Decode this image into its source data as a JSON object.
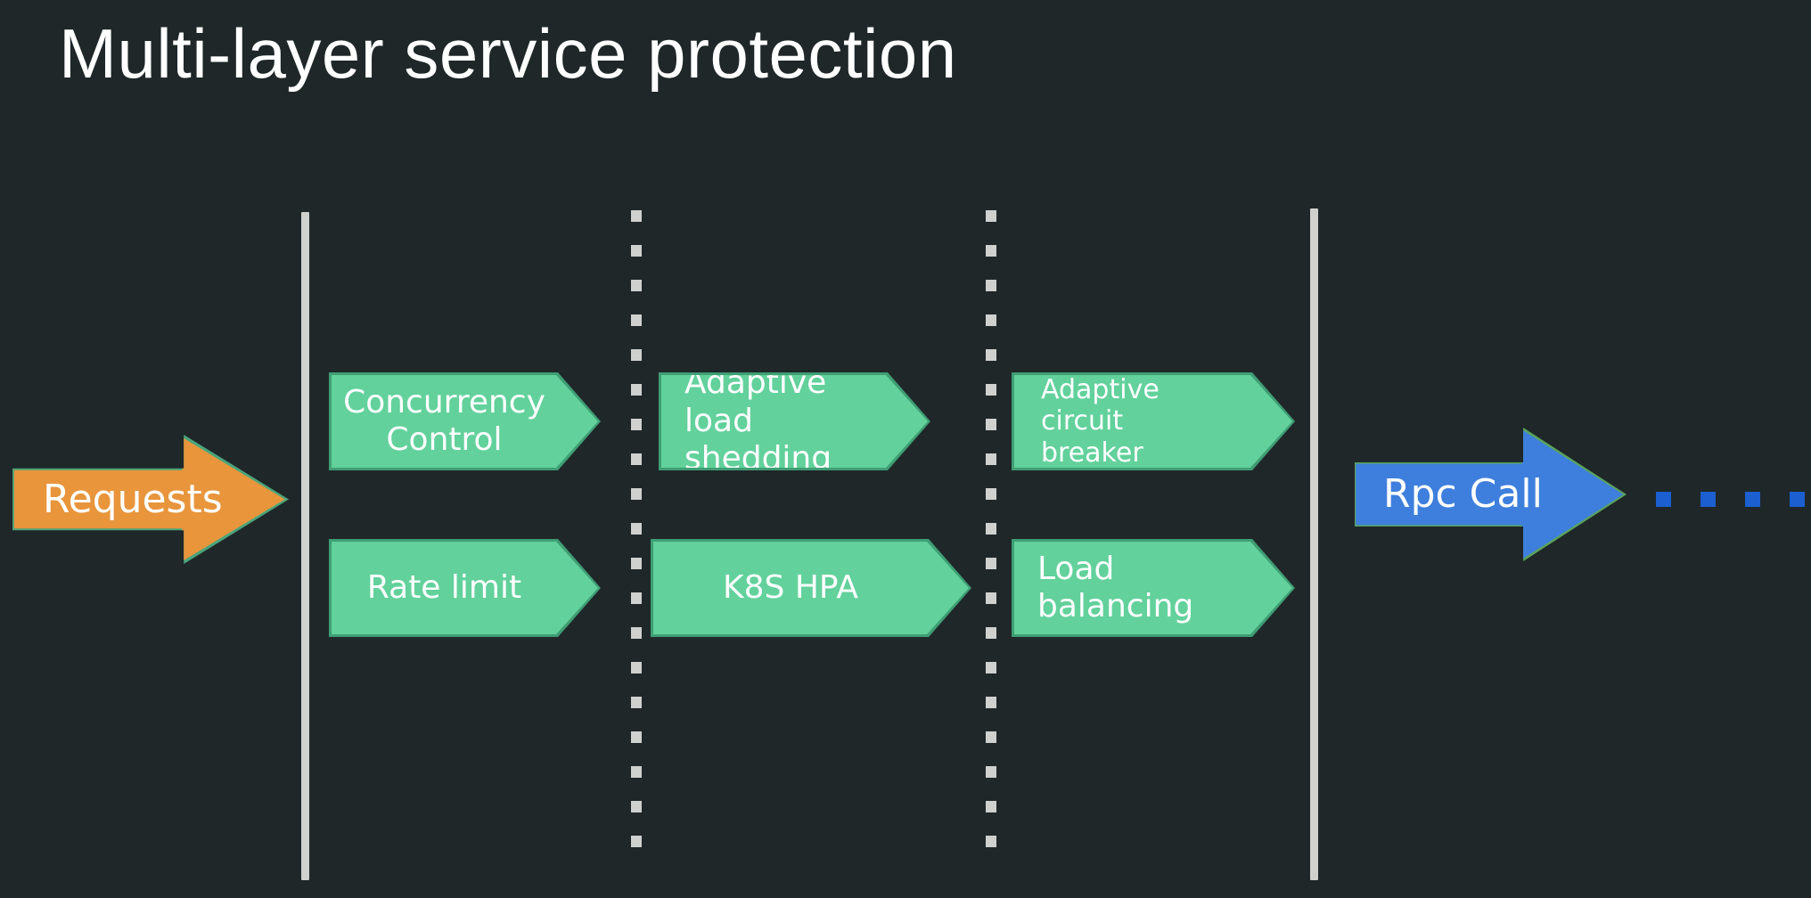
{
  "slide": {
    "title": "Multi-layer service protection",
    "background_color": "#1f2729"
  },
  "colors": {
    "background": "#1f2729",
    "title_text": "#ffffff",
    "stage_fill": "#62d19b",
    "stage_border": "#3f9e74",
    "request_fill": "#e8953c",
    "request_border": "#4aa57c",
    "rpc_fill": "#3e7fdd",
    "rpc_border": "#5aa35c",
    "rule": "#cfd1cf",
    "trail_dot": "#1b5fd0"
  },
  "entry": {
    "label": "Requests",
    "shape": "right-arrow",
    "fill": "#e8953c"
  },
  "boundaries": [
    {
      "name": "edge-ingress",
      "style": "solid"
    },
    {
      "name": "tier-divider-1",
      "style": "dotted"
    },
    {
      "name": "tier-divider-2",
      "style": "dotted"
    },
    {
      "name": "edge-egress",
      "style": "solid"
    }
  ],
  "stages": {
    "columns": [
      {
        "name": "column-1",
        "items": [
          {
            "label": "Concurrency\nControl",
            "line1": "Concurrency",
            "line2": "Control",
            "align": "center"
          },
          {
            "label": "Rate limit",
            "line1": "Rate limit",
            "line2": "",
            "align": "center"
          }
        ]
      },
      {
        "name": "column-2",
        "items": [
          {
            "label": "Adaptive load\nshedding",
            "line1": "Adaptive load",
            "line2": "shedding",
            "align": "left"
          },
          {
            "label": "K8S HPA",
            "line1": "K8S HPA",
            "line2": "",
            "align": "center"
          }
        ]
      },
      {
        "name": "column-3",
        "items": [
          {
            "label": "Adaptive circuit\nbreaker",
            "line1": "Adaptive circuit",
            "line2": "breaker",
            "align": "left"
          },
          {
            "label": "Load balancing",
            "line1": "Load balancing",
            "line2": "",
            "align": "left"
          }
        ]
      }
    ]
  },
  "exit": {
    "label": "Rpc Call",
    "shape": "right-arrow",
    "fill": "#3e7fdd",
    "trailing_dots": 4
  }
}
